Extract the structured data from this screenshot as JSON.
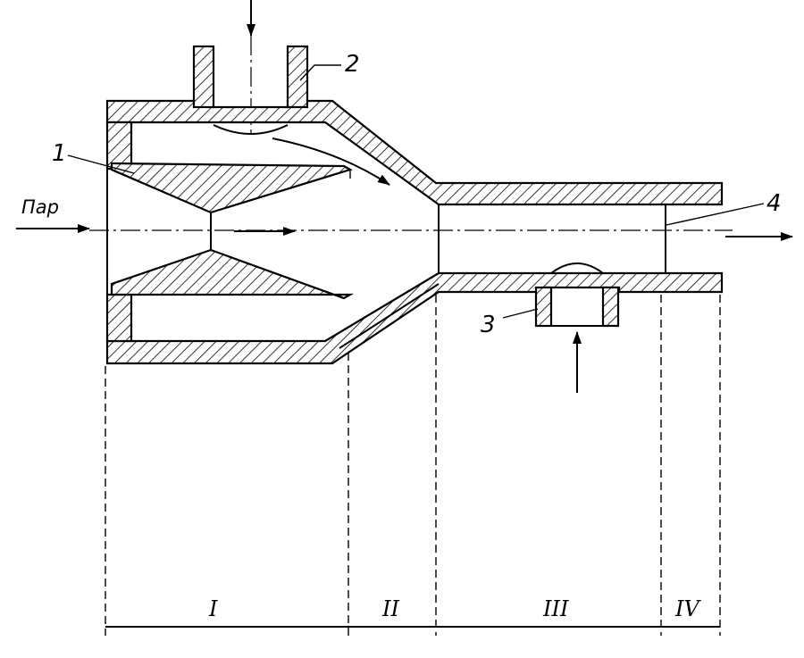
{
  "labels": {
    "nozzle": "1",
    "suction_pipe": "2",
    "side_inlet": "3",
    "outlet": "4",
    "steam_inlet": "Пар"
  },
  "sections": [
    "I",
    "II",
    "III",
    "IV"
  ],
  "colors": {
    "ink": "#000000",
    "background": "#ffffff"
  }
}
